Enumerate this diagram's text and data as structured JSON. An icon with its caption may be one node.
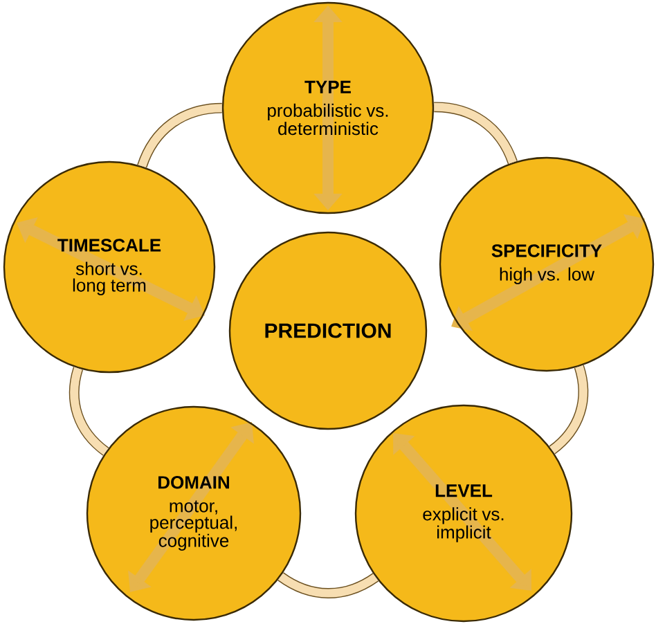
{
  "diagram": {
    "nodes": [
      {
        "text": [
          "TYPE",
          "probabilistic vs. deterministic"
        ]
      },
      {
        "text": [
          "SPECIFICITY",
          "high vs. low"
        ]
      },
      {
        "text": [
          "LEVEL",
          "explicit vs. implicit"
        ]
      },
      {
        "text": [
          "DOMAIN",
          "motor, perceptual, cognitive"
        ]
      },
      {
        "text": [
          "TIMESCALE",
          "short vs. long term"
        ]
      },
      {
        "text": [
          "PREDICTION"
        ]
      }
    ],
    "edges": [
      {
        "from": 0,
        "to": 1,
        "arrow": "none"
      },
      {
        "from": 1,
        "to": 2,
        "arrow": "none"
      },
      {
        "from": 2,
        "to": 3,
        "arrow": "none"
      },
      {
        "from": 3,
        "to": 4,
        "arrow": "none"
      },
      {
        "from": 4,
        "to": 0,
        "arrow": "none"
      }
    ]
  }
}
